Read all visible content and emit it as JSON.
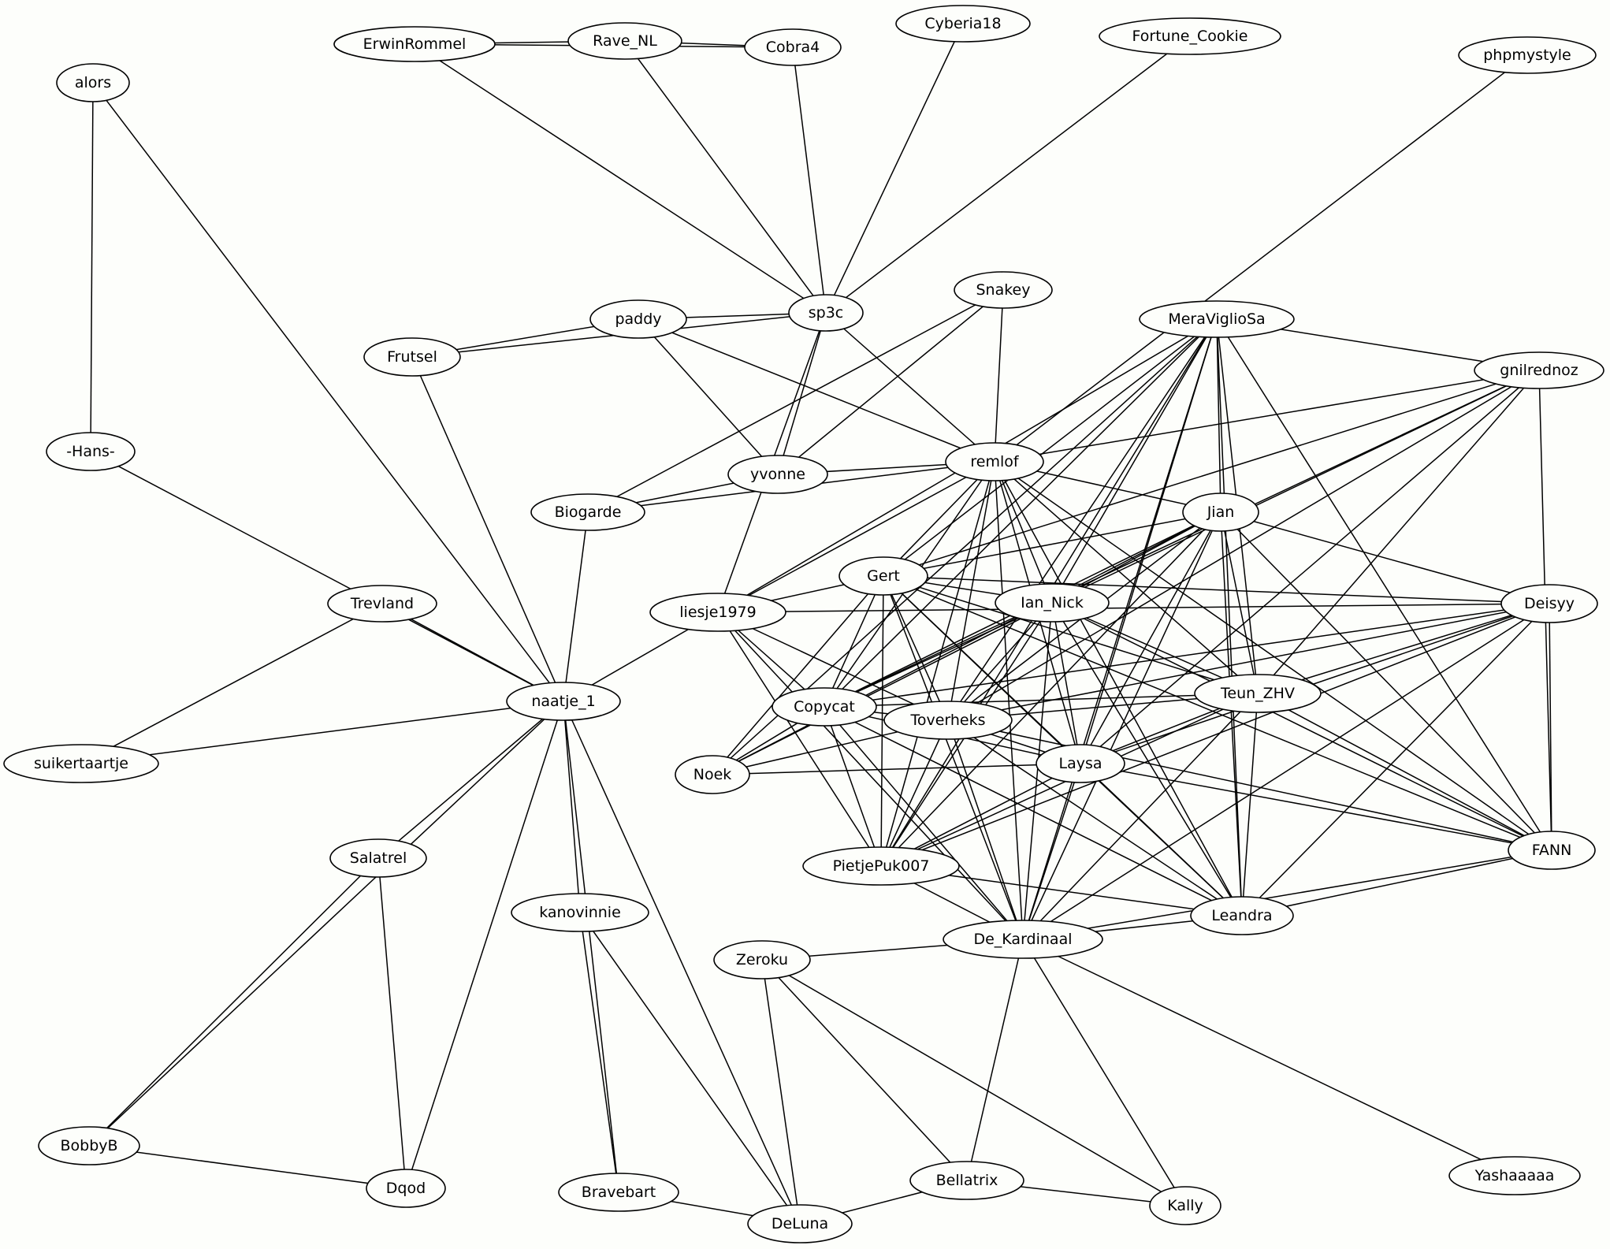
{
  "graph": {
    "nodes": [
      {
        "id": "ErwinRommel",
        "label": "ErwinRommel"
      },
      {
        "id": "Rave_NL",
        "label": "Rave_NL"
      },
      {
        "id": "Cobra4",
        "label": "Cobra4"
      },
      {
        "id": "Cyberia18",
        "label": "Cyberia18"
      },
      {
        "id": "Fortune_Cookie",
        "label": "Fortune_Cookie"
      },
      {
        "id": "phpmystyle",
        "label": "phpmystyle"
      },
      {
        "id": "alors",
        "label": "alors"
      },
      {
        "id": "-Hans-",
        "label": "-Hans-"
      },
      {
        "id": "sp3c",
        "label": "sp3c"
      },
      {
        "id": "paddy",
        "label": "paddy"
      },
      {
        "id": "Frutsel",
        "label": "Frutsel"
      },
      {
        "id": "Snakey",
        "label": "Snakey"
      },
      {
        "id": "MeraViglioSa",
        "label": "MeraViglioSa"
      },
      {
        "id": "gnilrednoz",
        "label": "gnilrednoz"
      },
      {
        "id": "remlof",
        "label": "remlof"
      },
      {
        "id": "yvonne",
        "label": "yvonne"
      },
      {
        "id": "Biogarde",
        "label": "Biogarde"
      },
      {
        "id": "Jian",
        "label": "Jian"
      },
      {
        "id": "Gert",
        "label": "Gert"
      },
      {
        "id": "liesje1979",
        "label": "liesje1979"
      },
      {
        "id": "Ian_Nick",
        "label": "Ian_Nick"
      },
      {
        "id": "Deisyy",
        "label": "Deisyy"
      },
      {
        "id": "Trevland",
        "label": "Trevland"
      },
      {
        "id": "naatje_1",
        "label": "naatje_1"
      },
      {
        "id": "Teun_ZHV",
        "label": "Teun_ZHV"
      },
      {
        "id": "Copycat",
        "label": "Copycat"
      },
      {
        "id": "Toverheks",
        "label": "Toverheks"
      },
      {
        "id": "suikertaartje",
        "label": "suikertaartje"
      },
      {
        "id": "Laysa",
        "label": "Laysa"
      },
      {
        "id": "Noek",
        "label": "Noek"
      },
      {
        "id": "Salatrel",
        "label": "Salatrel"
      },
      {
        "id": "FANN",
        "label": "FANN"
      },
      {
        "id": "PietjePuk007",
        "label": "PietjePuk007"
      },
      {
        "id": "kanovinnie",
        "label": "kanovinnie"
      },
      {
        "id": "Leandra",
        "label": "Leandra"
      },
      {
        "id": "De_Kardinaal",
        "label": "De_Kardinaal"
      },
      {
        "id": "Zeroku",
        "label": "Zeroku"
      },
      {
        "id": "BobbyB",
        "label": "BobbyB"
      },
      {
        "id": "Dqod",
        "label": "Dqod"
      },
      {
        "id": "Bellatrix",
        "label": "Bellatrix"
      },
      {
        "id": "Kally",
        "label": "Kally"
      },
      {
        "id": "Yashaaaaa",
        "label": "Yashaaaaa"
      },
      {
        "id": "Bravebart",
        "label": "Bravebart"
      },
      {
        "id": "DeLuna",
        "label": "DeLuna"
      }
    ],
    "edges": [
      [
        "ErwinRommel",
        "Rave_NL"
      ],
      [
        "ErwinRommel",
        "Cobra4"
      ],
      [
        "ErwinRommel",
        "sp3c"
      ],
      [
        "Rave_NL",
        "Cobra4"
      ],
      [
        "Rave_NL",
        "sp3c"
      ],
      [
        "Cobra4",
        "sp3c"
      ],
      [
        "Cyberia18",
        "sp3c"
      ],
      [
        "Fortune_Cookie",
        "sp3c"
      ],
      [
        "phpmystyle",
        "remlof"
      ],
      [
        "alors",
        "-Hans-"
      ],
      [
        "alors",
        "naatje_1"
      ],
      [
        "-Hans-",
        "naatje_1"
      ],
      [
        "sp3c",
        "paddy"
      ],
      [
        "sp3c",
        "Frutsel"
      ],
      [
        "sp3c",
        "yvonne"
      ],
      [
        "sp3c",
        "remlof"
      ],
      [
        "sp3c",
        "liesje1979"
      ],
      [
        "paddy",
        "Frutsel"
      ],
      [
        "paddy",
        "yvonne"
      ],
      [
        "paddy",
        "remlof"
      ],
      [
        "Frutsel",
        "naatje_1"
      ],
      [
        "Snakey",
        "remlof"
      ],
      [
        "Snakey",
        "yvonne"
      ],
      [
        "Snakey",
        "Biogarde"
      ],
      [
        "MeraViglioSa",
        "gnilrednoz"
      ],
      [
        "MeraViglioSa",
        "Jian"
      ],
      [
        "MeraViglioSa",
        "Ian_Nick"
      ],
      [
        "MeraViglioSa",
        "Teun_ZHV"
      ],
      [
        "MeraViglioSa",
        "FANN"
      ],
      [
        "MeraViglioSa",
        "Leandra"
      ],
      [
        "MeraViglioSa",
        "Laysa"
      ],
      [
        "MeraViglioSa",
        "Copycat"
      ],
      [
        "MeraViglioSa",
        "Toverheks"
      ],
      [
        "MeraViglioSa",
        "Gert"
      ],
      [
        "MeraViglioSa",
        "liesje1979"
      ],
      [
        "MeraViglioSa",
        "PietjePuk007"
      ],
      [
        "MeraViglioSa",
        "De_Kardinaal"
      ],
      [
        "MeraViglioSa",
        "Noek"
      ],
      [
        "gnilrednoz",
        "remlof"
      ],
      [
        "gnilrednoz",
        "Ian_Nick"
      ],
      [
        "gnilrednoz",
        "Teun_ZHV"
      ],
      [
        "gnilrednoz",
        "Toverheks"
      ],
      [
        "gnilrednoz",
        "Laysa"
      ],
      [
        "gnilrednoz",
        "FANN"
      ],
      [
        "gnilrednoz",
        "Copycat"
      ],
      [
        "gnilrednoz",
        "Gert"
      ],
      [
        "remlof",
        "yvonne"
      ],
      [
        "remlof",
        "Biogarde"
      ],
      [
        "remlof",
        "Jian"
      ],
      [
        "remlof",
        "Gert"
      ],
      [
        "remlof",
        "liesje1979"
      ],
      [
        "remlof",
        "Ian_Nick"
      ],
      [
        "remlof",
        "Teun_ZHV"
      ],
      [
        "remlof",
        "Copycat"
      ],
      [
        "remlof",
        "Toverheks"
      ],
      [
        "remlof",
        "Laysa"
      ],
      [
        "remlof",
        "Leandra"
      ],
      [
        "remlof",
        "De_Kardinaal"
      ],
      [
        "remlof",
        "PietjePuk007"
      ],
      [
        "remlof",
        "FANN"
      ],
      [
        "yvonne",
        "Biogarde"
      ],
      [
        "Biogarde",
        "naatje_1"
      ],
      [
        "Jian",
        "Gert"
      ],
      [
        "Jian",
        "Ian_Nick"
      ],
      [
        "Jian",
        "Deisyy"
      ],
      [
        "Jian",
        "Teun_ZHV"
      ],
      [
        "Jian",
        "Copycat"
      ],
      [
        "Jian",
        "Toverheks"
      ],
      [
        "Jian",
        "Laysa"
      ],
      [
        "Jian",
        "Noek"
      ],
      [
        "Jian",
        "Leandra"
      ],
      [
        "Jian",
        "De_Kardinaal"
      ],
      [
        "Jian",
        "FANN"
      ],
      [
        "Jian",
        "PietjePuk007"
      ],
      [
        "Gert",
        "liesje1979"
      ],
      [
        "Gert",
        "Ian_Nick"
      ],
      [
        "Gert",
        "Deisyy"
      ],
      [
        "Gert",
        "Teun_ZHV"
      ],
      [
        "Gert",
        "Copycat"
      ],
      [
        "Gert",
        "Toverheks"
      ],
      [
        "Gert",
        "Laysa"
      ],
      [
        "Gert",
        "Noek"
      ],
      [
        "Gert",
        "PietjePuk007"
      ],
      [
        "Gert",
        "Leandra"
      ],
      [
        "Gert",
        "De_Kardinaal"
      ],
      [
        "Gert",
        "FANN"
      ],
      [
        "liesje1979",
        "Deisyy"
      ],
      [
        "liesje1979",
        "naatje_1"
      ],
      [
        "liesje1979",
        "Copycat"
      ],
      [
        "liesje1979",
        "Toverheks"
      ],
      [
        "liesje1979",
        "PietjePuk007"
      ],
      [
        "liesje1979",
        "De_Kardinaal"
      ],
      [
        "Ian_Nick",
        "Teun_ZHV"
      ],
      [
        "Ian_Nick",
        "Copycat"
      ],
      [
        "Ian_Nick",
        "Toverheks"
      ],
      [
        "Ian_Nick",
        "Laysa"
      ],
      [
        "Ian_Nick",
        "Noek"
      ],
      [
        "Ian_Nick",
        "PietjePuk007"
      ],
      [
        "Ian_Nick",
        "Leandra"
      ],
      [
        "Ian_Nick",
        "De_Kardinaal"
      ],
      [
        "Ian_Nick",
        "FANN"
      ],
      [
        "Deisyy",
        "Teun_ZHV"
      ],
      [
        "Deisyy",
        "Copycat"
      ],
      [
        "Deisyy",
        "Toverheks"
      ],
      [
        "Deisyy",
        "Laysa"
      ],
      [
        "Deisyy",
        "FANN"
      ],
      [
        "Deisyy",
        "Leandra"
      ],
      [
        "Deisyy",
        "De_Kardinaal"
      ],
      [
        "Deisyy",
        "PietjePuk007"
      ],
      [
        "Trevland",
        "naatje_1"
      ],
      [
        "Trevland",
        "suikertaartje"
      ],
      [
        "naatje_1",
        "suikertaartje"
      ],
      [
        "naatje_1",
        "Salatrel"
      ],
      [
        "naatje_1",
        "kanovinnie"
      ],
      [
        "naatje_1",
        "BobbyB"
      ],
      [
        "naatje_1",
        "Dqod"
      ],
      [
        "naatje_1",
        "Bravebart"
      ],
      [
        "naatje_1",
        "DeLuna"
      ],
      [
        "Teun_ZHV",
        "Copycat"
      ],
      [
        "Teun_ZHV",
        "Toverheks"
      ],
      [
        "Teun_ZHV",
        "Laysa"
      ],
      [
        "Teun_ZHV",
        "FANN"
      ],
      [
        "Teun_ZHV",
        "Leandra"
      ],
      [
        "Teun_ZHV",
        "De_Kardinaal"
      ],
      [
        "Teun_ZHV",
        "PietjePuk007"
      ],
      [
        "Copycat",
        "Toverheks"
      ],
      [
        "Copycat",
        "Laysa"
      ],
      [
        "Copycat",
        "Noek"
      ],
      [
        "Copycat",
        "PietjePuk007"
      ],
      [
        "Copycat",
        "Leandra"
      ],
      [
        "Copycat",
        "De_Kardinaal"
      ],
      [
        "Toverheks",
        "Laysa"
      ],
      [
        "Toverheks",
        "PietjePuk007"
      ],
      [
        "Toverheks",
        "Leandra"
      ],
      [
        "Toverheks",
        "De_Kardinaal"
      ],
      [
        "Toverheks",
        "FANN"
      ],
      [
        "Toverheks",
        "Noek"
      ],
      [
        "Laysa",
        "PietjePuk007"
      ],
      [
        "Laysa",
        "Leandra"
      ],
      [
        "Laysa",
        "De_Kardinaal"
      ],
      [
        "Laysa",
        "FANN"
      ],
      [
        "Laysa",
        "Noek"
      ],
      [
        "PietjePuk007",
        "Leandra"
      ],
      [
        "PietjePuk007",
        "De_Kardinaal"
      ],
      [
        "FANN",
        "Leandra"
      ],
      [
        "FANN",
        "De_Kardinaal"
      ],
      [
        "Leandra",
        "De_Kardinaal"
      ],
      [
        "De_Kardinaal",
        "Zeroku"
      ],
      [
        "De_Kardinaal",
        "Bellatrix"
      ],
      [
        "De_Kardinaal",
        "Kally"
      ],
      [
        "De_Kardinaal",
        "Yashaaaaa"
      ],
      [
        "Zeroku",
        "Bellatrix"
      ],
      [
        "Zeroku",
        "Kally"
      ],
      [
        "Zeroku",
        "DeLuna"
      ],
      [
        "Salatrel",
        "BobbyB"
      ],
      [
        "Salatrel",
        "Dqod"
      ],
      [
        "BobbyB",
        "Dqod"
      ],
      [
        "kanovinnie",
        "Bravebart"
      ],
      [
        "kanovinnie",
        "DeLuna"
      ],
      [
        "Bravebart",
        "DeLuna"
      ],
      [
        "Bellatrix",
        "DeLuna"
      ],
      [
        "Bellatrix",
        "Kally"
      ]
    ]
  }
}
